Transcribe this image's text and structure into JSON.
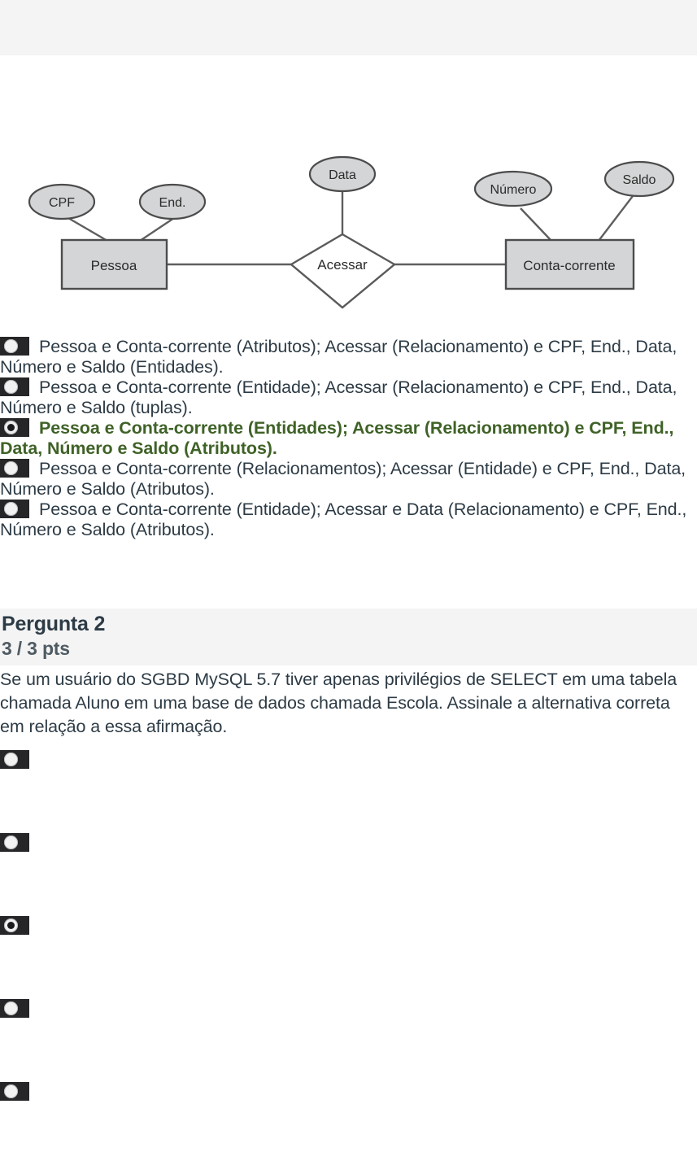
{
  "page": {
    "background": "#ffffff",
    "band_color": "#f4f4f5",
    "text_color": "#2d3b45",
    "correct_color": "#3f6227"
  },
  "er_diagram": {
    "title": "entity-relationship-diagram",
    "entities": [
      {
        "name": "Pessoa"
      },
      {
        "name": "Conta-corrente"
      }
    ],
    "relationship": {
      "name": "Acessar"
    },
    "attributes": [
      {
        "name": "CPF",
        "owner": "Pessoa"
      },
      {
        "name": "End.",
        "owner": "Pessoa"
      },
      {
        "name": "Data",
        "owner": "Acessar"
      },
      {
        "name": "Número",
        "owner": "Conta-corrente"
      },
      {
        "name": "Saldo",
        "owner": "Conta-corrente"
      }
    ],
    "colors": {
      "shape_fill": "#d3d5d6",
      "shape_stroke": "#4c4c4c",
      "diamond_fill": "#ffffff",
      "line": "#6e6e6e"
    }
  },
  "question1": {
    "answers": [
      {
        "text": "Pessoa e Conta-corrente (Atributos); Acessar (Relacionamento) e CPF, End., Data, Número e Saldo (Entidades).",
        "selected": false,
        "correct": false
      },
      {
        "text": "Pessoa e Conta-corrente (Entidade); Acessar (Relacionamento) e CPF, End., Data, Número e Saldo (tuplas).",
        "selected": false,
        "correct": false
      },
      {
        "text": "Pessoa e Conta-corrente (Entidades); Acessar (Relacionamento) e CPF, End., Data, Número e Saldo (Atributos).",
        "selected": true,
        "correct": true
      },
      {
        "text": "Pessoa e Conta-corrente (Relacionamentos); Acessar (Entidade) e CPF, End., Data, Número e Saldo (Atributos).",
        "selected": false,
        "correct": false
      },
      {
        "text": "Pessoa e Conta-corrente (Entidade); Acessar e Data (Relacionamento) e CPF, End., Número e Saldo (Atributos).",
        "selected": false,
        "correct": false
      }
    ]
  },
  "question2": {
    "title": "Pergunta 2",
    "points": "3 / 3 pts",
    "body": "Se um usuário do SGBD MySQL 5.7 tiver apenas privilégios de SELECT em uma tabela chamada Aluno em uma base de dados chamada Escola. Assinale a alternativa correta em relação a essa afirmação.",
    "answers": [
      {
        "text": "",
        "selected": false
      },
      {
        "text": "",
        "selected": false
      },
      {
        "text": "",
        "selected": true
      },
      {
        "text": "",
        "selected": false
      },
      {
        "text": "",
        "selected": false
      }
    ]
  }
}
